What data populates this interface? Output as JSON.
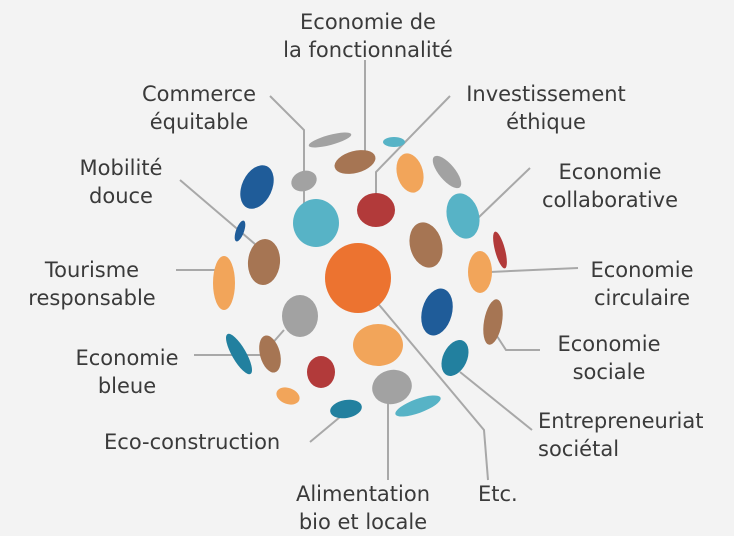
{
  "labels": {
    "fonctionnalite": [
      "Economie de",
      "la fonctionnalité"
    ],
    "commerce": [
      "Commerce",
      "équitable"
    ],
    "investissement": [
      "Investissement",
      "éthique"
    ],
    "mobilite": [
      "Mobilité",
      "douce"
    ],
    "collaborative": [
      "Economie",
      "collaborative"
    ],
    "tourisme": [
      "Tourisme",
      "responsable"
    ],
    "circulaire": [
      "Economie",
      "circulaire"
    ],
    "sociale": [
      "Economie",
      "sociale"
    ],
    "bleue": [
      "Economie",
      "bleue"
    ],
    "entrepreneuriat": [
      "Entrepreneuriat",
      "sociétal"
    ],
    "construction": [
      "Eco-construction"
    ],
    "alimentation": [
      "Alimentation",
      "bio et locale"
    ],
    "etc": [
      "Etc."
    ]
  },
  "colors": {
    "orange_dark": "#ec7330",
    "orange_light": "#f2a55a",
    "brown": "#a67553",
    "teal": "#57b3c6",
    "navy": "#1f5c99",
    "petrol": "#22809f",
    "red": "#b23a3a",
    "gray": "#a2a2a2",
    "connector": "#a8a8a8",
    "text": "#3a3a3a"
  }
}
